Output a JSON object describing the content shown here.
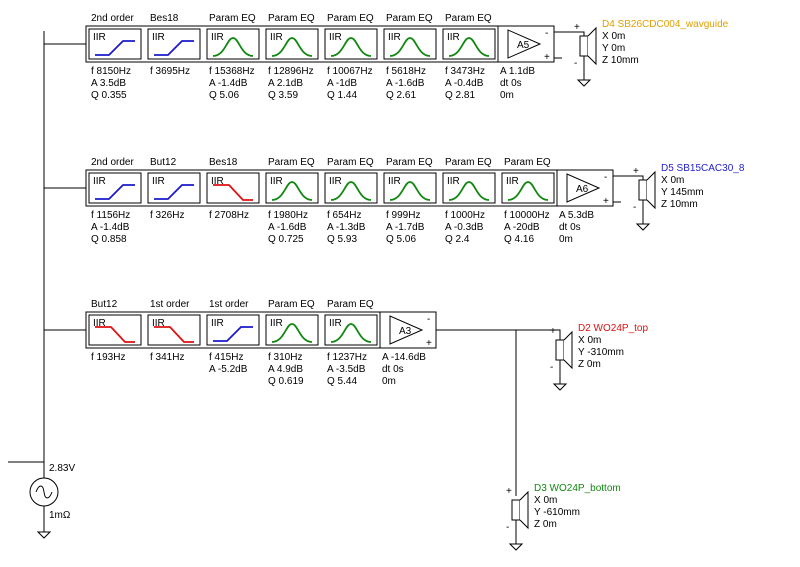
{
  "colors": {
    "wire": "#000000",
    "curve_blue": "#1a1acc",
    "curve_red": "#dd1111",
    "curve_green": "#118811",
    "driver_orange": "#e0a000",
    "driver_blue": "#2222cc",
    "driver_red": "#dd1111",
    "driver_green": "#118811"
  },
  "source": {
    "voltage": "2.83V",
    "impedance": "1mΩ",
    "icon": "ac-source-icon"
  },
  "chains": [
    {
      "blocks": [
        {
          "title": "2nd order",
          "kind": "IIR",
          "curve": "highpass",
          "color": "blue",
          "params": [
            "f  8150Hz",
            "A  3.5dB",
            "Q  0.355"
          ]
        },
        {
          "title": "Bes18",
          "kind": "IIR",
          "curve": "highpass",
          "color": "blue",
          "params": [
            "f  3695Hz"
          ]
        },
        {
          "title": "Param EQ",
          "kind": "IIR",
          "curve": "peak",
          "color": "green",
          "params": [
            "f  15368Hz",
            "A  -1.4dB",
            "Q  5.06"
          ]
        },
        {
          "title": "Param EQ",
          "kind": "IIR",
          "curve": "peak",
          "color": "green",
          "params": [
            "f  12896Hz",
            "A  2.1dB",
            "Q  3.59"
          ]
        },
        {
          "title": "Param EQ",
          "kind": "IIR",
          "curve": "peak",
          "color": "green",
          "params": [
            "f  10067Hz",
            "A  -1dB",
            "Q  1.44"
          ]
        },
        {
          "title": "Param EQ",
          "kind": "IIR",
          "curve": "peak",
          "color": "green",
          "params": [
            "f  5618Hz",
            "A  -1.6dB",
            "Q  2.61"
          ]
        },
        {
          "title": "Param EQ",
          "kind": "IIR",
          "curve": "peak",
          "color": "green",
          "params": [
            "f  3473Hz",
            "A  -0.4dB",
            "Q  2.81"
          ]
        }
      ],
      "amp": {
        "label": "A5",
        "params": [
          "A  1.1dB",
          "dt 0s",
          "0m"
        ]
      },
      "driver": {
        "name": "D4 SB26CDC004_wavguide",
        "color": "orange",
        "params": [
          "X  0m",
          "Y  0m",
          "Z  10mm"
        ]
      }
    },
    {
      "blocks": [
        {
          "title": "2nd order",
          "kind": "IIR",
          "curve": "highpass",
          "color": "blue",
          "params": [
            "f  1156Hz",
            "A  -1.4dB",
            "Q  0.858"
          ]
        },
        {
          "title": "But12",
          "kind": "IIR",
          "curve": "highpass",
          "color": "blue",
          "params": [
            "f  326Hz"
          ]
        },
        {
          "title": "Bes18",
          "kind": "IIR",
          "curve": "lowpass",
          "color": "red",
          "params": [
            "f  2708Hz"
          ]
        },
        {
          "title": "Param EQ",
          "kind": "IIR",
          "curve": "peak",
          "color": "green",
          "params": [
            "f  1980Hz",
            "A  -1.6dB",
            "Q  0.725"
          ]
        },
        {
          "title": "Param EQ",
          "kind": "IIR",
          "curve": "peak",
          "color": "green",
          "params": [
            "f  654Hz",
            "A  -1.3dB",
            "Q  5.93"
          ]
        },
        {
          "title": "Param EQ",
          "kind": "IIR",
          "curve": "peak",
          "color": "green",
          "params": [
            "f  999Hz",
            "A  -1.7dB",
            "Q  5.06"
          ]
        },
        {
          "title": "Param EQ",
          "kind": "IIR",
          "curve": "peak",
          "color": "green",
          "params": [
            "f  1000Hz",
            "A  -0.3dB",
            "Q  2.4"
          ]
        },
        {
          "title": "Param EQ",
          "kind": "IIR",
          "curve": "peak",
          "color": "green",
          "params": [
            "f  10000Hz",
            "A  -20dB",
            "Q  4.16"
          ]
        }
      ],
      "amp": {
        "label": "A6",
        "params": [
          "A  5.3dB",
          "dt 0s",
          "0m"
        ]
      },
      "driver": {
        "name": "D5 SB15CAC30_8",
        "color": "blue",
        "params": [
          "X  0m",
          "Y  145mm",
          "Z  10mm"
        ]
      }
    },
    {
      "blocks": [
        {
          "title": "But12",
          "kind": "IIR",
          "curve": "lowpass",
          "color": "red",
          "params": [
            "f  193Hz"
          ]
        },
        {
          "title": "1st order",
          "kind": "IIR",
          "curve": "lowpass",
          "color": "red",
          "params": [
            "f  341Hz"
          ]
        },
        {
          "title": "1st order",
          "kind": "IIR",
          "curve": "highpass",
          "color": "blue",
          "params": [
            "f  415Hz",
            "A  -5.2dB"
          ]
        },
        {
          "title": "Param EQ",
          "kind": "IIR",
          "curve": "peak",
          "color": "green",
          "params": [
            "f  310Hz",
            "A  4.9dB",
            "Q  0.619"
          ]
        },
        {
          "title": "Param EQ",
          "kind": "IIR",
          "curve": "peak",
          "color": "green",
          "params": [
            "f  1237Hz",
            "A  -3.5dB",
            "Q  5.44"
          ]
        }
      ],
      "amp": {
        "label": "A3",
        "params": [
          "A  -14.6dB",
          "dt 0s",
          "0m"
        ]
      },
      "driver": {
        "name": "D2 WO24P_top",
        "color": "red",
        "params": [
          "X  0m",
          "Y  -310mm",
          "Z  0m"
        ]
      },
      "driver2": {
        "name": "D3 WO24P_bottom",
        "color": "green",
        "params": [
          "X  0m",
          "Y  -610mm",
          "Z  0m"
        ]
      }
    }
  ]
}
